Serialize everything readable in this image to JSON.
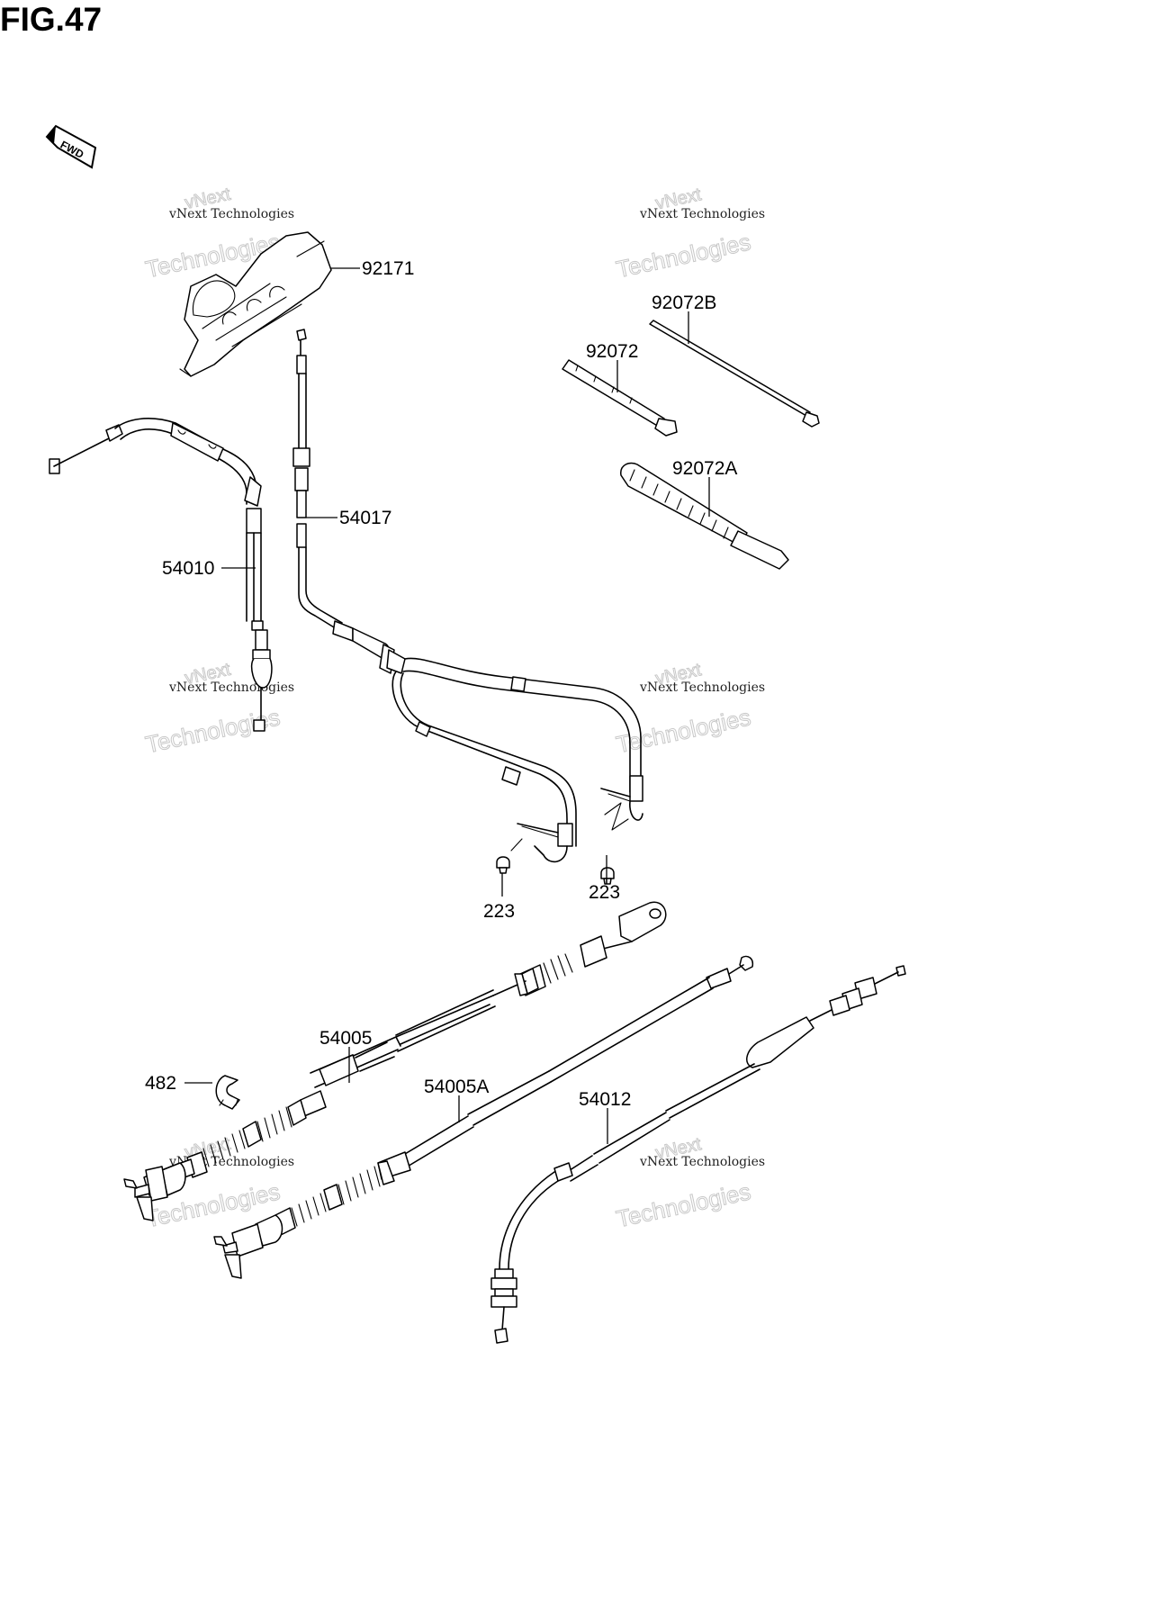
{
  "figure": {
    "title": "FIG.47"
  },
  "fwd_label": "FWD",
  "watermark": {
    "line1": "vNext Technologies",
    "line2": "Technologies",
    "line3": "vNext"
  },
  "parts": {
    "p92171": "92171",
    "p92072B": "92072B",
    "p92072": "92072",
    "p92072A": "92072A",
    "p54017": "54017",
    "p54010": "54010",
    "p223a": "223",
    "p223b": "223",
    "p54005": "54005",
    "p482": "482",
    "p54005A": "54005A",
    "p54012": "54012"
  }
}
